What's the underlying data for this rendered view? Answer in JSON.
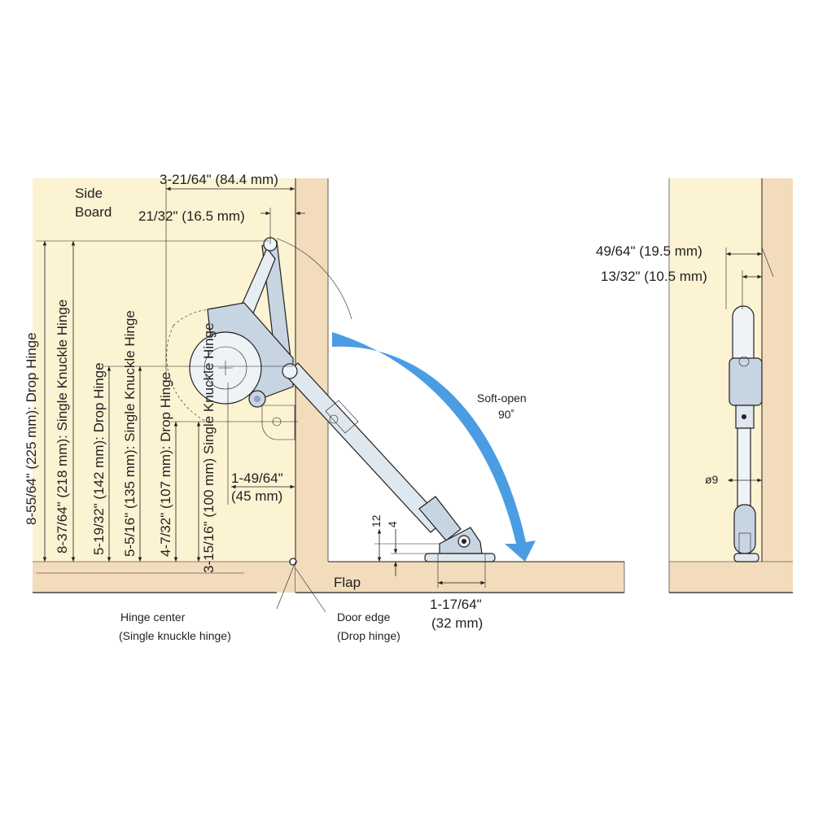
{
  "colors": {
    "panel": "#fbf3d2",
    "wood": "#f2dcbc",
    "metal_light": "#eef3f8",
    "metal_mid": "#c7d4e2",
    "metal_dark": "#8da3bd",
    "arrow": "#4a9de3",
    "line": "#231f20"
  },
  "labels": {
    "side_board_line1": "Side",
    "side_board_line2": "Board",
    "flap": "Flap",
    "soft_open_line1": "Soft-open",
    "soft_open_line2": "90˚",
    "hinge_center_line1": "Hinge center",
    "hinge_center_line2": "(Single knuckle hinge)",
    "door_edge_line1": "Door edge",
    "door_edge_line2": "(Drop hinge)"
  },
  "dimensions": {
    "top_width": "3-21/64\" (84.4 mm)",
    "offset": "21/32\" (16.5 mm)",
    "h225": "8-55/64\" (225 mm): Drop Hinge",
    "h218": "8-37/64\" (218 mm): Single Knuckle Hinge",
    "h142": "5-19/32\" (142 mm): Drop Hinge",
    "h135": "5-5/16\" (135 mm): Single Knuckle Hinge",
    "h107": "4-7/32\" (107 mm): Drop Hinge",
    "h100": "3-15/16\" (100 mm) Single Knuckle Hinge",
    "w45_line1": "1-49/64\"",
    "w45_line2": "(45 mm)",
    "h12": "12",
    "h4": "4",
    "w32_line1": "1-17/64\"",
    "w32_line2": "(32 mm)",
    "w195": "49/64\" (19.5 mm)",
    "w105": "13/32\" (10.5 mm)",
    "dia": "ø9"
  }
}
